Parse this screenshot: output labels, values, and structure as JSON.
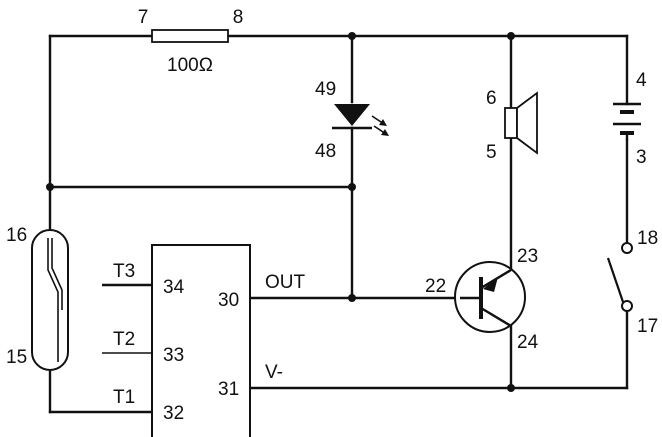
{
  "resistor": {
    "pin_left": "7",
    "pin_right": "8",
    "value": "100Ω"
  },
  "led": {
    "pin_top": "49",
    "pin_bottom": "48"
  },
  "speaker": {
    "pin_top": "6",
    "pin_bottom": "5"
  },
  "battery": {
    "pin_top": "4",
    "pin_bottom": "3"
  },
  "reed_switch": {
    "pin_top": "16",
    "pin_bottom": "15"
  },
  "chip": {
    "pins": [
      {
        "label": "T3",
        "number": "34"
      },
      {
        "label": "T2",
        "number": "33"
      },
      {
        "label": "T1",
        "number": "32"
      },
      {
        "label": "OUT",
        "number": "30"
      },
      {
        "label": "V-",
        "number": "31"
      }
    ]
  },
  "transistor": {
    "pin_base": "22",
    "pin_collector": "23",
    "pin_emitter": "24"
  },
  "switch": {
    "pin_top": "18",
    "pin_bottom": "17"
  }
}
